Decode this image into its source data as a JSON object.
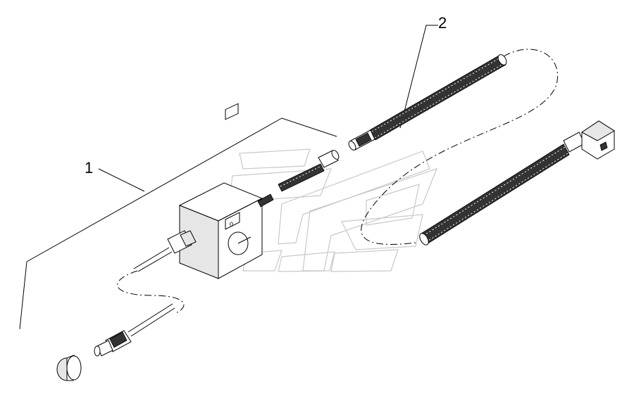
{
  "callouts": [
    {
      "id": "1",
      "label": "1"
    },
    {
      "id": "2",
      "label": "2"
    }
  ],
  "switch_label": "0",
  "icons": {
    "watermark": "dealer-logo-watermark",
    "control-box": "control-box-icon",
    "hose": "corrugated-hose-icon",
    "connector": "valve-connector-icon",
    "sensor": "sensor-probe-icon",
    "cap": "cap-icon"
  },
  "colors": {
    "line": "#000000",
    "watermark": "#c8c8c8",
    "background": "#ffffff"
  }
}
